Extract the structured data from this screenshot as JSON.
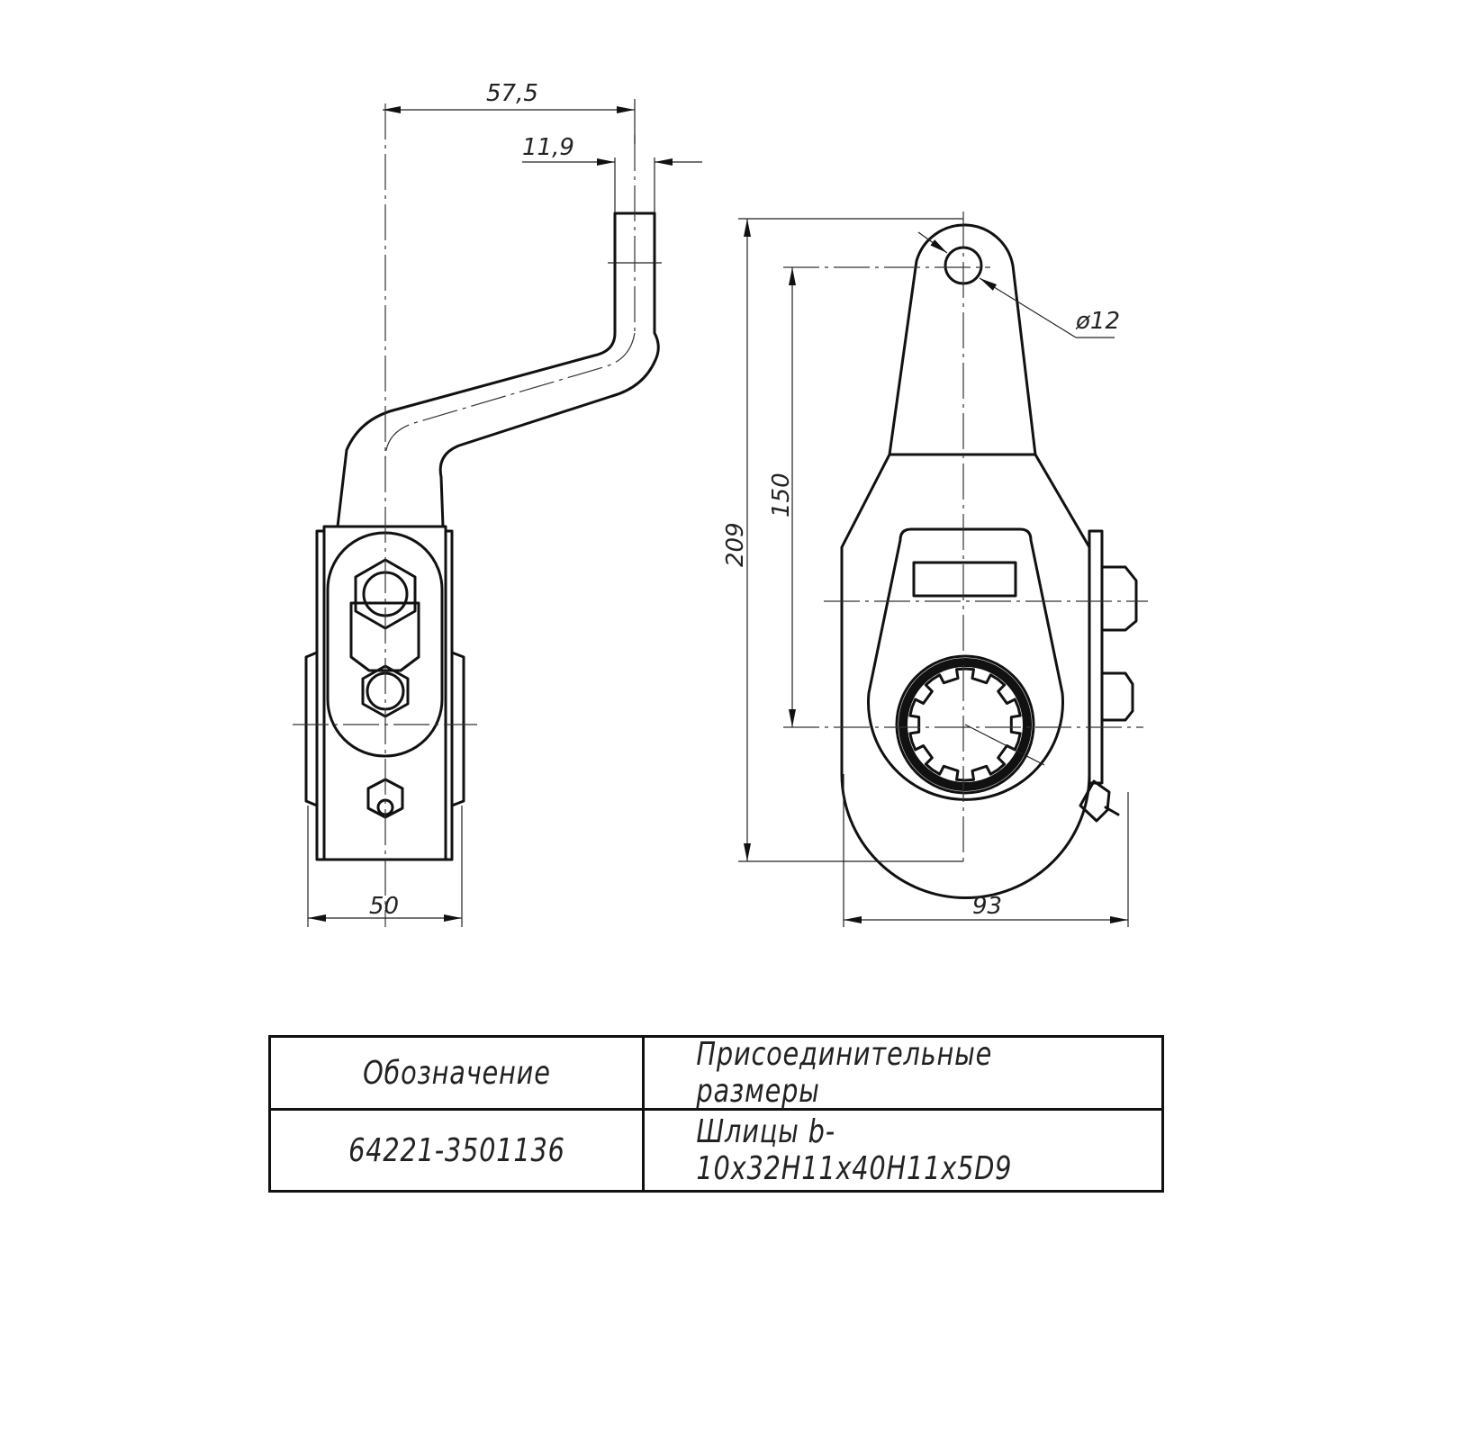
{
  "dimensions": {
    "arm_offset": "57,5",
    "arm_thickness": "11,9",
    "body_width_side": "50",
    "hole_diameter": "ø12",
    "overall_height": "209",
    "center_distance": "150",
    "body_width_front": "93"
  },
  "table": {
    "headers": [
      "Обозначение",
      "Присоединительные размеры"
    ],
    "rows": [
      [
        "64221-3501136",
        "Шлицы b-10x32H11x40H11x5D9"
      ]
    ]
  }
}
